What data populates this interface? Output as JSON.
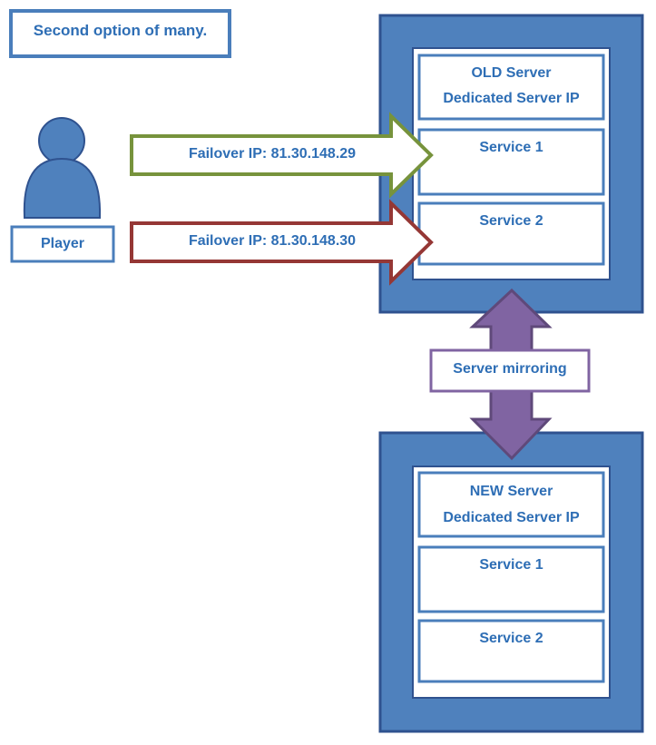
{
  "caption": "Second option of many.",
  "player": {
    "label": "Player"
  },
  "arrows": {
    "ip1": "Failover IP: 81.30.148.29",
    "ip2": "Failover IP: 81.30.148.30",
    "mirror": "Server mirroring"
  },
  "old_server": {
    "title_line1": "OLD Server",
    "title_line2": "Dedicated Server IP",
    "service1": "Service 1",
    "service2": "Service 2"
  },
  "new_server": {
    "title_line1": "NEW Server",
    "title_line2": "Dedicated Server IP",
    "service1": "Service 1",
    "service2": "Service 2"
  },
  "colors": {
    "blue_fill": "#4a7ebb",
    "blue_border": "#2f528f",
    "text_blue": "#2e6eb5",
    "green_border": "#77933c",
    "red_border": "#953735",
    "purple_fill": "#8064a2",
    "purple_border": "#5f497a"
  }
}
